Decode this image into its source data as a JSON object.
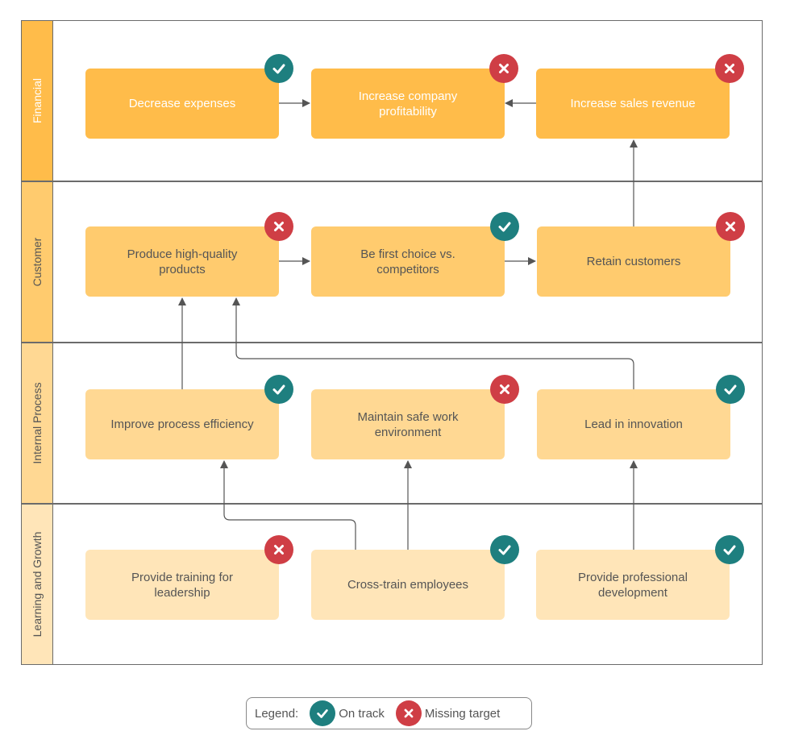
{
  "colors": {
    "financial": "#ffbc4a",
    "customer": "#ffcb6e",
    "internal": "#ffd893",
    "learning": "#ffe5b8",
    "on_track": "#1e7f7f",
    "missing": "#cf3e45"
  },
  "lanes": {
    "financial": "Financial",
    "customer": "Customer",
    "internal": "Internal Process",
    "learning": "Learning and Growth"
  },
  "nodes": {
    "decrease_expenses": {
      "label": "Decrease expenses",
      "status": "on-track",
      "icon": "check-icon"
    },
    "increase_profitability": {
      "label": "Increase company profitability",
      "status": "missing-target",
      "icon": "x-icon"
    },
    "increase_sales": {
      "label": "Increase sales revenue",
      "status": "missing-target",
      "icon": "x-icon"
    },
    "high_quality": {
      "label": "Produce high-quality products",
      "status": "missing-target",
      "icon": "x-icon"
    },
    "first_choice": {
      "label": "Be first choice vs. competitors",
      "status": "on-track",
      "icon": "check-icon"
    },
    "retain": {
      "label": "Retain customers",
      "status": "missing-target",
      "icon": "x-icon"
    },
    "process_efficiency": {
      "label": "Improve process efficiency",
      "status": "on-track",
      "icon": "check-icon"
    },
    "safe_work": {
      "label": "Maintain safe work environment",
      "status": "missing-target",
      "icon": "x-icon"
    },
    "innovation": {
      "label": "Lead in innovation",
      "status": "on-track",
      "icon": "check-icon"
    },
    "training": {
      "label": "Provide training for leadership",
      "status": "missing-target",
      "icon": "x-icon"
    },
    "cross_train": {
      "label": "Cross-train employees",
      "status": "on-track",
      "icon": "check-icon"
    },
    "prof_dev": {
      "label": "Provide professional development",
      "status": "on-track",
      "icon": "check-icon"
    }
  },
  "legend": {
    "title": "Legend:",
    "on_track": "On track",
    "missing": "Missing target"
  }
}
